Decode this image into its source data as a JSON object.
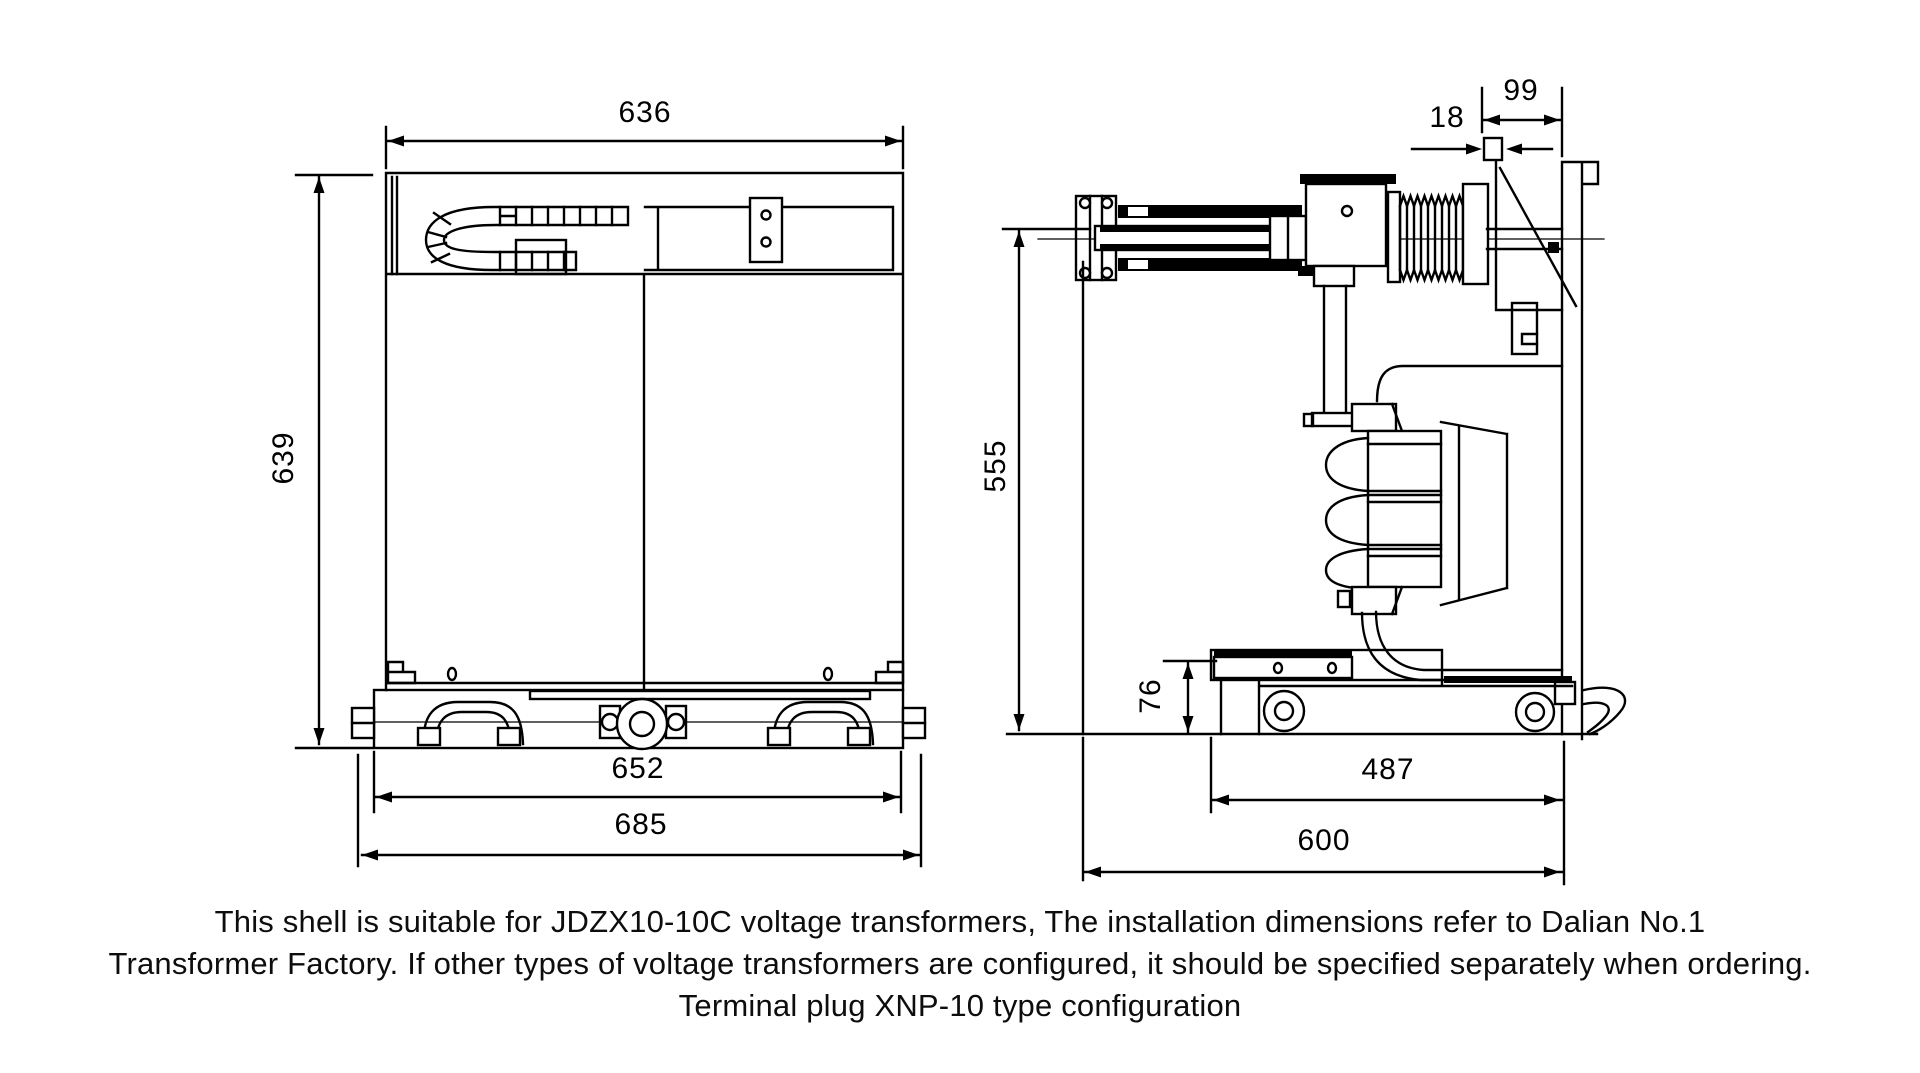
{
  "page": {
    "background_color": "#ffffff",
    "line_color": "#000000"
  },
  "front_view": {
    "title": "front-view-of-shell",
    "dims": {
      "top_width": "636",
      "left_height": "639",
      "bottom_inner_width": "652",
      "bottom_outer_width": "685"
    }
  },
  "side_view": {
    "title": "side-view-of-shell",
    "dims": {
      "top_offset": "18",
      "top_bracket_width": "99",
      "left_height": "555",
      "base_height": "76",
      "base_inner_width": "487",
      "base_outer_width": "600"
    }
  },
  "caption": {
    "line1": "This shell is suitable for JDZX10-10C voltage transformers, The installation dimensions refer to Dalian No.1",
    "line2": "Transformer Factory. If other types of voltage transformers are configured, it should be specified separately when ordering.",
    "line3": "Terminal plug XNP-10 type configuration"
  }
}
